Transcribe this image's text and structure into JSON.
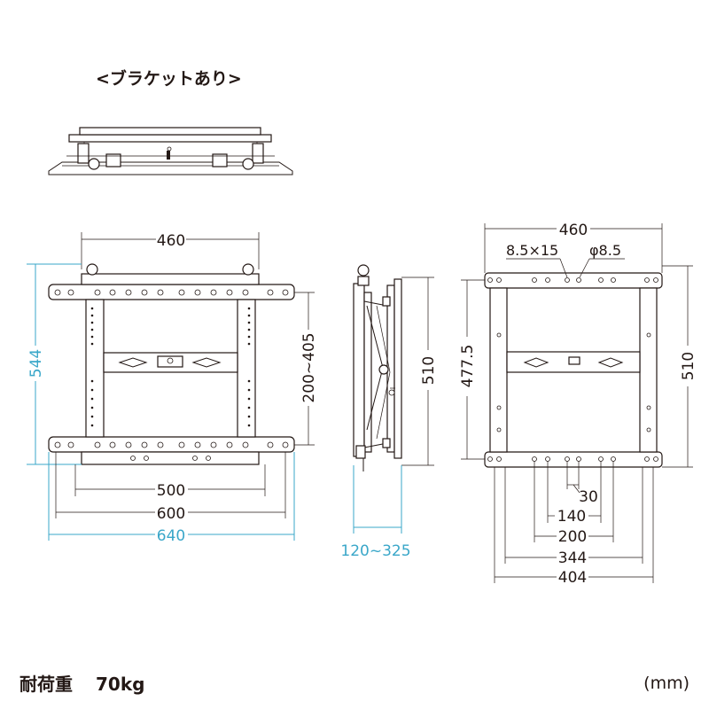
{
  "title_bracket": "<ブラケットあり>",
  "front": {
    "dim_top": "460",
    "dim_height": "544",
    "dim_vesa_v": "200~405",
    "dim_500": "500",
    "dim_600": "600",
    "dim_640": "640"
  },
  "side": {
    "dim_height": "510",
    "dim_depth": "120~325"
  },
  "back": {
    "dim_top": "460",
    "slot_label": "8.5×15",
    "hole_label": "φ8.5",
    "dim_height_inner": "477.5",
    "dim_height": "510",
    "dim_30": "30",
    "dim_140": "140",
    "dim_200": "200",
    "dim_344": "344",
    "dim_404": "404"
  },
  "footer": {
    "load_label": "耐荷重",
    "load_value": "70kg",
    "unit": "(mm)"
  },
  "colors": {
    "line": "#231815",
    "dimension_cyan": "#3aa7c9"
  }
}
